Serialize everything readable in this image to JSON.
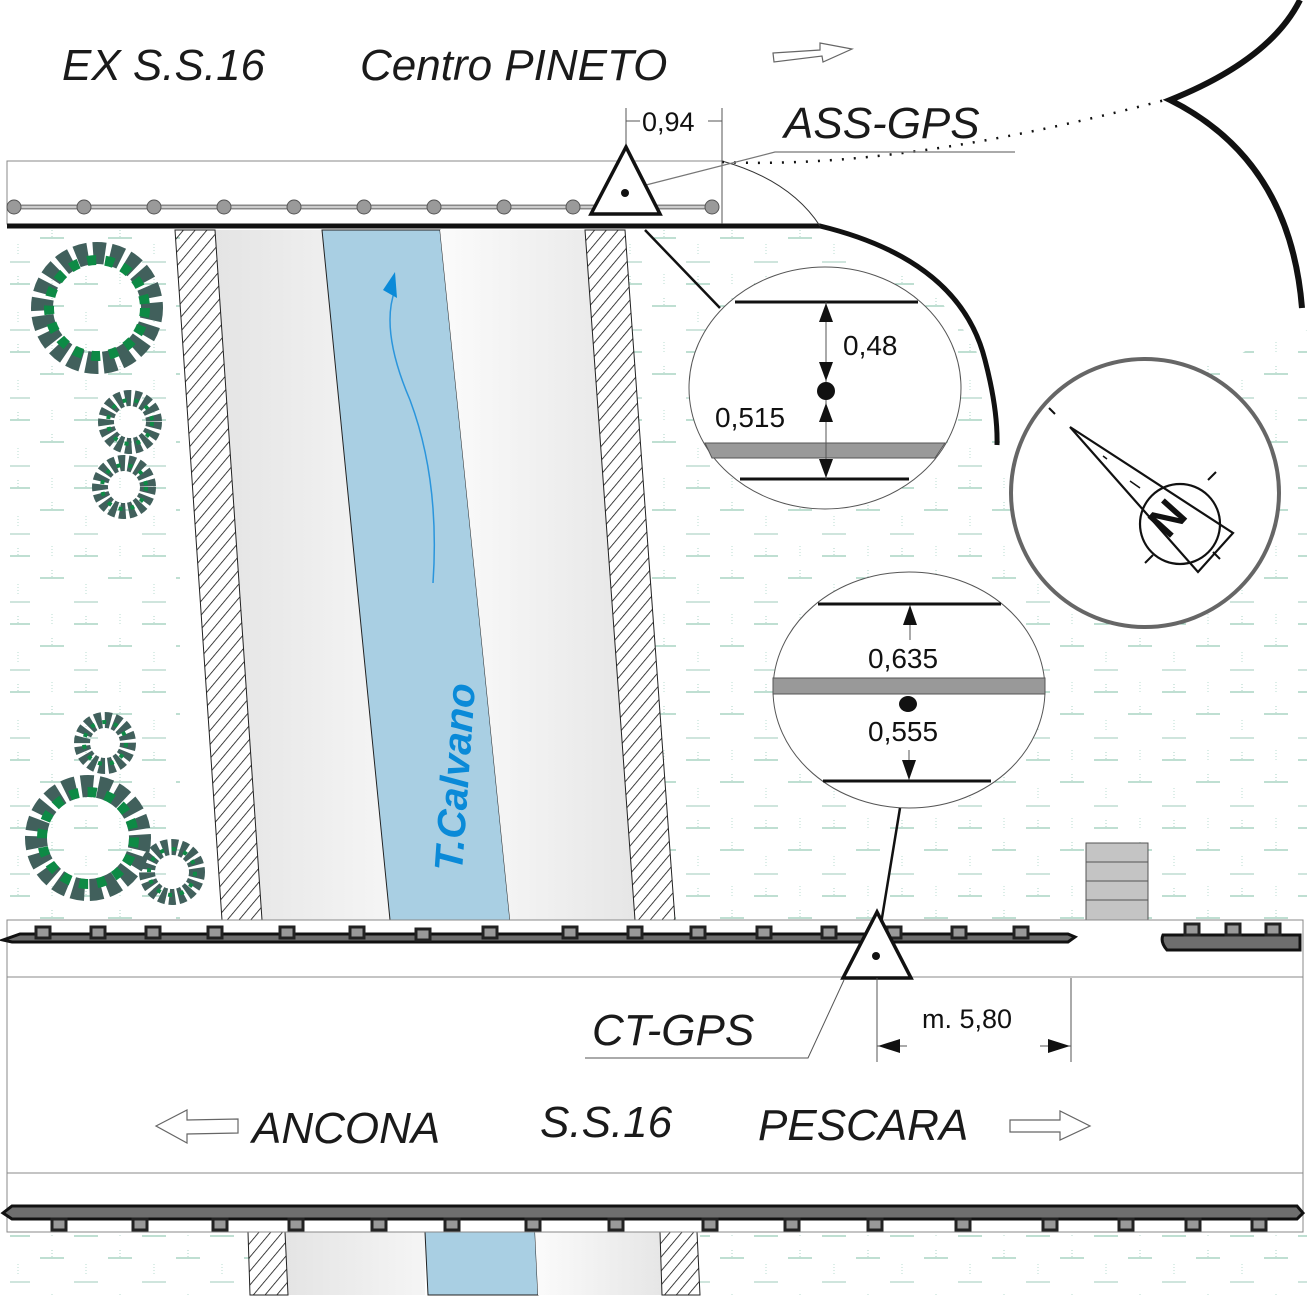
{
  "title_labels": {
    "ex_road": "EX S.S.16",
    "town": "Centro PINETO"
  },
  "stations": {
    "ass_gps": {
      "label": "ASS-GPS",
      "offset": "0,94",
      "detail_upper": "0,48",
      "detail_lower": "0,515"
    },
    "ct_gps": {
      "label": "CT-GPS",
      "offset": "m. 5,80",
      "detail_upper": "0,635",
      "detail_lower": "0,555"
    }
  },
  "river": {
    "label": "T.Calvano",
    "color": "#a9cfe3",
    "label_color": "#0a8ad8"
  },
  "main_road": {
    "name": "S.S.16",
    "left_destination": "ANCONA",
    "right_destination": "PESCARA"
  },
  "compass": {
    "label": "N"
  },
  "colors": {
    "vegetation": "#7fbfa6",
    "tree_dark": "#41605c",
    "tree_light": "#0d8a45",
    "guardrail": "#6e6e6e",
    "hatch": "#111111"
  }
}
